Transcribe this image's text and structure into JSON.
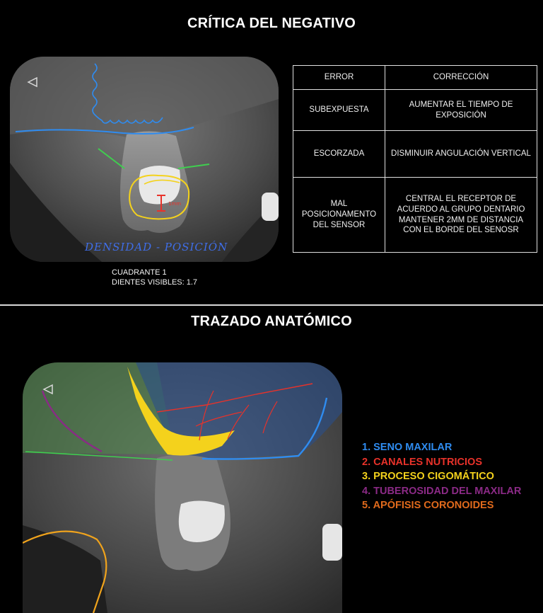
{
  "titles": {
    "critique": "CRÍTICA DEL NEGATIVO",
    "tracing": "TRAZADO ANATÓMICO"
  },
  "table": {
    "headers": [
      "ERROR",
      "CORRECCIÓN"
    ],
    "rows": [
      {
        "error": "SUBEXPUESTA",
        "correction": "AUMENTAR EL TIEMPO DE EXPOSICIÓN"
      },
      {
        "error": "ESCORZADA",
        "correction": "DISMINUIR ANGULACIÓN VERTICAL"
      },
      {
        "error": "MAL POSICIONAMENTO DEL SENSOR",
        "correction": "CENTRAL EL RECEPTOR DE ACUERDO AL GRUPO DENTARIO MANTENER 2MM DE DISTANCIA CON EL BORDE DEL SENOSR"
      }
    ]
  },
  "caption": {
    "quadrant": "CUADRANTE 1",
    "visible_teeth": "DIENTES VISIBLES: 1.7"
  },
  "annotations": {
    "handwritten": "DENSIDAD - POSICIÓN",
    "measure": "1mm"
  },
  "legend": [
    {
      "label": "1. SENO MAXILAR",
      "color": "#2f8cf0"
    },
    {
      "label": "2. CANALES NUTRICIOS",
      "color": "#e8322a"
    },
    {
      "label": "3. PROCESO CIGOMÁTICO",
      "color": "#f4d21c"
    },
    {
      "label": "4. TUBEROSIDAD DEL MAXILAR",
      "color": "#8b2a86"
    },
    {
      "label": "5. APÓFISIS CORONOIDES",
      "color": "#e06a1c"
    }
  ]
}
